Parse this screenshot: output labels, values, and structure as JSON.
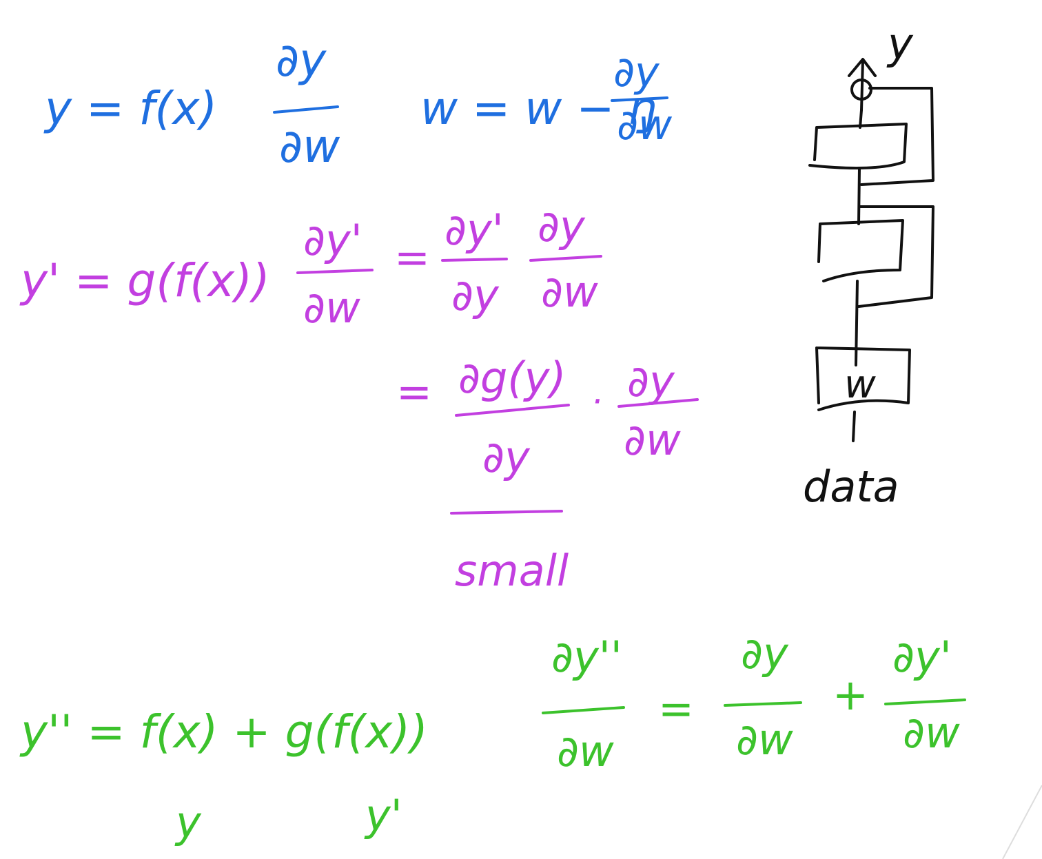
{
  "colors": {
    "blue": "#1f6fe0",
    "purple": "#c23fe0",
    "green": "#3cc22c",
    "black": "#111111"
  },
  "blue_row": {
    "equation": "y = f(x)",
    "grad_num": "∂y",
    "grad_den": "∂w",
    "update_lhs": "w = w − ŋ",
    "update_num": "∂y",
    "update_den": "∂w"
  },
  "purple_block": {
    "equation": "y' = g(f(x))",
    "lhs_num": "∂y'",
    "lhs_den": "∂w",
    "eq1": "=",
    "r1a_num": "∂y'",
    "r1a_den": "∂y",
    "r1b_num": "∂y",
    "r1b_den": "∂w",
    "eq2": "=",
    "r2a_num": "∂g(y)",
    "r2a_den": "∂y",
    "dot": "·",
    "r2b_num": "∂y",
    "r2b_den": "∂w",
    "note": "small"
  },
  "green_block": {
    "equation": "y'' = f(x) + g(f(x))",
    "under_fx": "y",
    "under_gfx": "y'",
    "lhs_num": "∂y''",
    "lhs_den": "∂w",
    "eq": "=",
    "t1_num": "∂y",
    "t1_den": "∂w",
    "plus": "+",
    "t2_num": "∂y'",
    "t2_den": "∂w"
  },
  "diagram": {
    "output_label": "y",
    "weight_label": "w",
    "input_label": "data"
  }
}
